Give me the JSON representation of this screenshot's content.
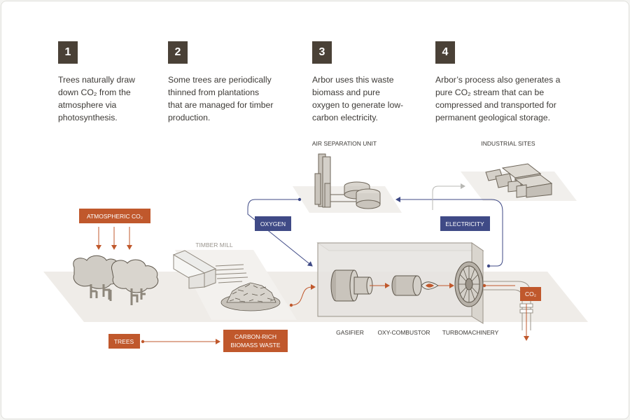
{
  "colors": {
    "badge": "#4a4137",
    "orange": "#c0582c",
    "navy": "#3f4a86",
    "ground": "#efece8",
    "text": "#3d3a36"
  },
  "steps": [
    {
      "number": "1",
      "lines": [
        "Trees naturally draw",
        "down CO₂ from the",
        "atmosphere via",
        "photosynthesis."
      ]
    },
    {
      "number": "2",
      "lines": [
        "Some trees are periodically",
        "thinned from plantations",
        "that are managed for timber",
        "production."
      ]
    },
    {
      "number": "3",
      "lines": [
        "Arbor uses this waste",
        "biomass and pure",
        "oxygen to generate low-",
        "carbon electricity."
      ]
    },
    {
      "number": "4",
      "lines": [
        "Arbor’s process also generates a",
        "pure CO₂ stream that can be",
        "compressed and transported for",
        "permanent geological storage."
      ]
    }
  ],
  "diagram": {
    "air_separation_unit": "AIR SEPARATION UNIT",
    "industrial_sites": "INDUSTRIAL SITES",
    "timber_mill": "TIMBER MILL",
    "atmospheric_co2": "ATMOSPHERIC CO₂",
    "oxygen": "OXYGEN",
    "electricity": "ELECTRICITY",
    "co2": "CO₂",
    "trees": "TREES",
    "biomass_line1": "CARBON-RICH",
    "biomass_line2": "BIOMASS WASTE",
    "gasifier": "GASIFIER",
    "oxy_combustor": "OXY-COMBUSTOR",
    "turbomachinery": "TURBOMACHINERY"
  }
}
